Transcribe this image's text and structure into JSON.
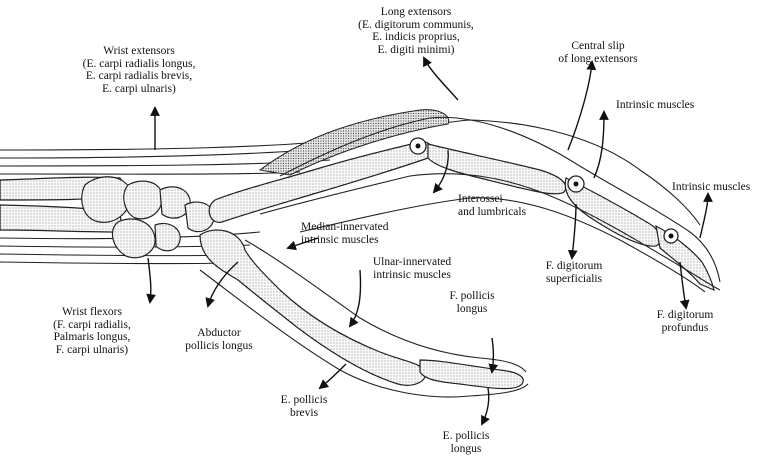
{
  "labels": {
    "long_extensors": [
      "Long extensors",
      "(E. digitorum communis,",
      "E. indicis proprius,",
      "E. digiti minimi)"
    ],
    "wrist_extensors": [
      "Wrist extensors",
      "(E. carpi radialis longus,",
      "E. carpi radialis brevis,",
      "E. carpi ulnaris)"
    ],
    "central_slip": [
      "Central slip",
      "of long extensors"
    ],
    "intrinsic_muscles_upper": [
      "Intrinsic muscles"
    ],
    "intrinsic_muscles_tip": [
      "Intrinsic muscles"
    ],
    "interossei": [
      "Interossei",
      "and lumbricals"
    ],
    "median_innervated": [
      "Median-innervated",
      "intrinsic muscles"
    ],
    "ulnar_innervated": [
      "Ulnar-innervated",
      "intrinsic muscles"
    ],
    "fdp": [
      "F. digitorum",
      "profundus"
    ],
    "fds": [
      "F. digitorum",
      "superficialis"
    ],
    "fpl_upper": [
      "F. pollicis",
      "longus"
    ],
    "wrist_flexors": [
      "Wrist flexors",
      "(F. carpi radialis,",
      "Palmaris longus,",
      "F. carpi ulnaris)"
    ],
    "abductor_pollicis": [
      "Abductor",
      "pollicis longus"
    ],
    "epb": [
      "E. pollicis",
      "brevis"
    ],
    "epl": [
      "E. pollicis",
      "longus"
    ]
  }
}
